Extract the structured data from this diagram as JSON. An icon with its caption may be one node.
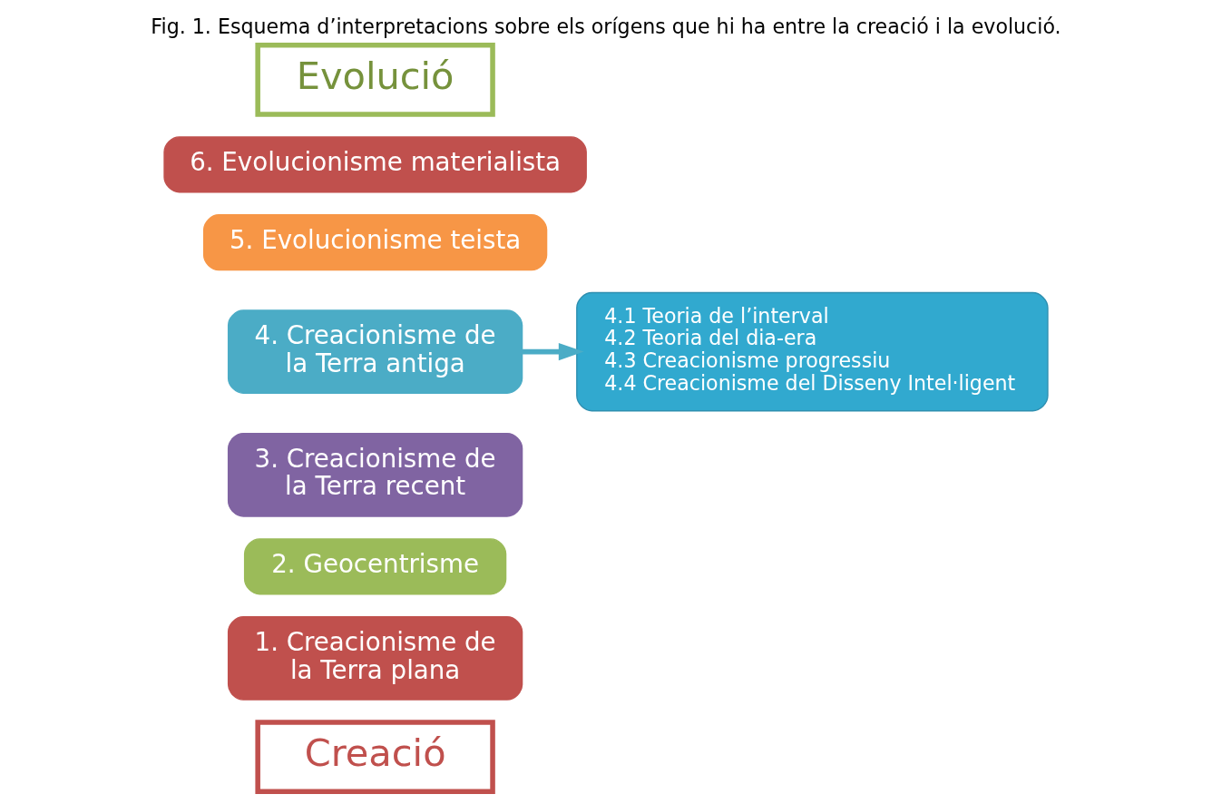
{
  "diagram": {
    "caption": "Fig. 1. Esquema d’interpretacions sobre els orígens que hi ha entre la creació i la evolució.",
    "nodes": [
      {
        "text": [
          "Evolució"
        ]
      },
      {
        "text": [
          "6. Evolucionisme materialista"
        ]
      },
      {
        "text": [
          "5. Evolucionisme teista"
        ]
      },
      {
        "text": [
          "4. Creacionisme de la Terra antiga"
        ]
      },
      {
        "text": [
          "4.1 Teoria de l’interval",
          "4.2 Teoria del dia-era",
          "4.3 Creacionisme progressiu",
          "4.4 Creacionisme del Disseny Intel·ligent"
        ]
      },
      {
        "text": [
          "3. Creacionisme de la Terra recent"
        ]
      },
      {
        "text": [
          "2. Geocentrisme"
        ]
      },
      {
        "text": [
          "1. Creacionisme de la Terra plana"
        ]
      },
      {
        "text": [
          "Creació"
        ]
      }
    ],
    "edges": [
      {
        "from": 3,
        "to": 4,
        "arrow": "to",
        "color": "#4bacc6"
      }
    ]
  }
}
